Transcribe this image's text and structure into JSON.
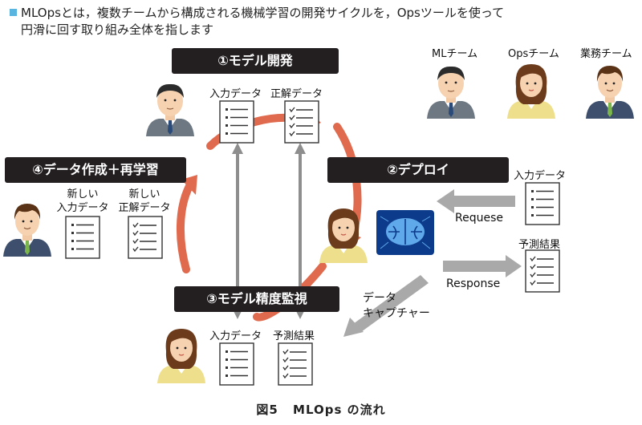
{
  "intro": {
    "line1": "MLOpsとは，複数チームから構成される機械学習の開発サイクルを，Opsツールを使って",
    "line2": "円滑に回す取り組み全体を指します"
  },
  "stages": {
    "s1": "①モデル開発",
    "s2": "②デプロイ",
    "s3": "③モデル精度監視",
    "s4": "④データ作成＋再学習"
  },
  "teams": {
    "ml": "MLチーム",
    "ops": "Opsチーム",
    "biz": "業務チーム"
  },
  "docs": {
    "dev_input": "入力データ",
    "dev_label": "正解データ",
    "new_input_1": "新しい",
    "new_input_2": "入力データ",
    "new_label_1": "新しい",
    "new_label_2": "正解データ",
    "mon_input": "入力データ",
    "mon_pred": "予測結果",
    "req_input": "入力データ",
    "resp_pred": "予測結果"
  },
  "arrows": {
    "request": "Requese",
    "response": "Response",
    "capture_1": "データ",
    "capture_2": "キャプチャー"
  },
  "caption": {
    "fig": "図5",
    "title": "MLOps の流れ"
  },
  "colors": {
    "cycle": "#e06a4e",
    "gray_arrow": "#a9a9a9",
    "stage_bg": "#231f20",
    "bullet": "#5ab4e0",
    "brain_bg": "#0d3b8c"
  }
}
